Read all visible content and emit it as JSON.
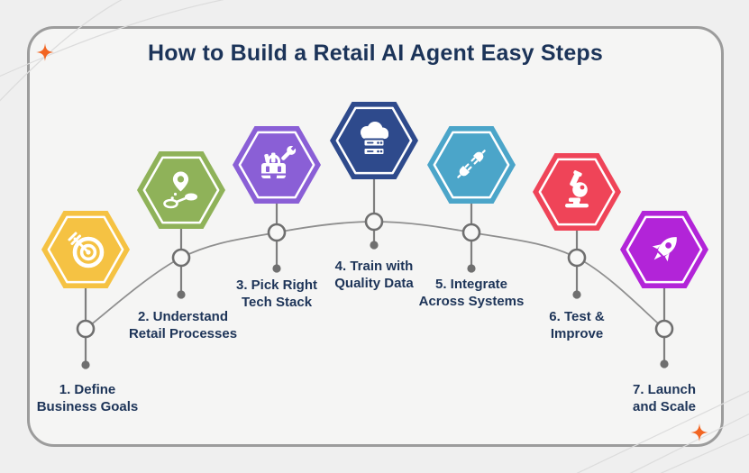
{
  "title": "How to Build a Retail AI Agent Easy Steps",
  "colors": {
    "title_text": "#1C3459",
    "label_text": "#1D3458",
    "page_bg": "#EFEFEF",
    "card_bg": "#F5F5F4",
    "card_border": "#9C9C9C",
    "line_gray": "#8A8A8A",
    "sparkle_orange": "#F26522"
  },
  "steps": [
    {
      "line1": "1. Define",
      "line2": "Business Goals",
      "color": "#F5C243",
      "icon": "target-dart-icon"
    },
    {
      "line1": "2. Understand",
      "line2": "Retail Processes",
      "color": "#8FB259",
      "icon": "route-pin-icon"
    },
    {
      "line1": "3. Pick Right",
      "line2": "Tech Stack",
      "color": "#8A5FD6",
      "icon": "toolbox-wrench-icon"
    },
    {
      "line1": "4. Train with",
      "line2": "Quality Data",
      "color": "#2E4A8C",
      "icon": "cloud-server-icon"
    },
    {
      "line1": "5. Integrate",
      "line2": "Across Systems",
      "color": "#4BA5C9",
      "icon": "plug-integration-icon"
    },
    {
      "line1": "6. Test &",
      "line2": "Improve",
      "color": "#EF4458",
      "icon": "microscope-icon"
    },
    {
      "line1": "7. Launch",
      "line2": "and Scale",
      "color": "#B224D8",
      "icon": "rocket-icon"
    }
  ]
}
